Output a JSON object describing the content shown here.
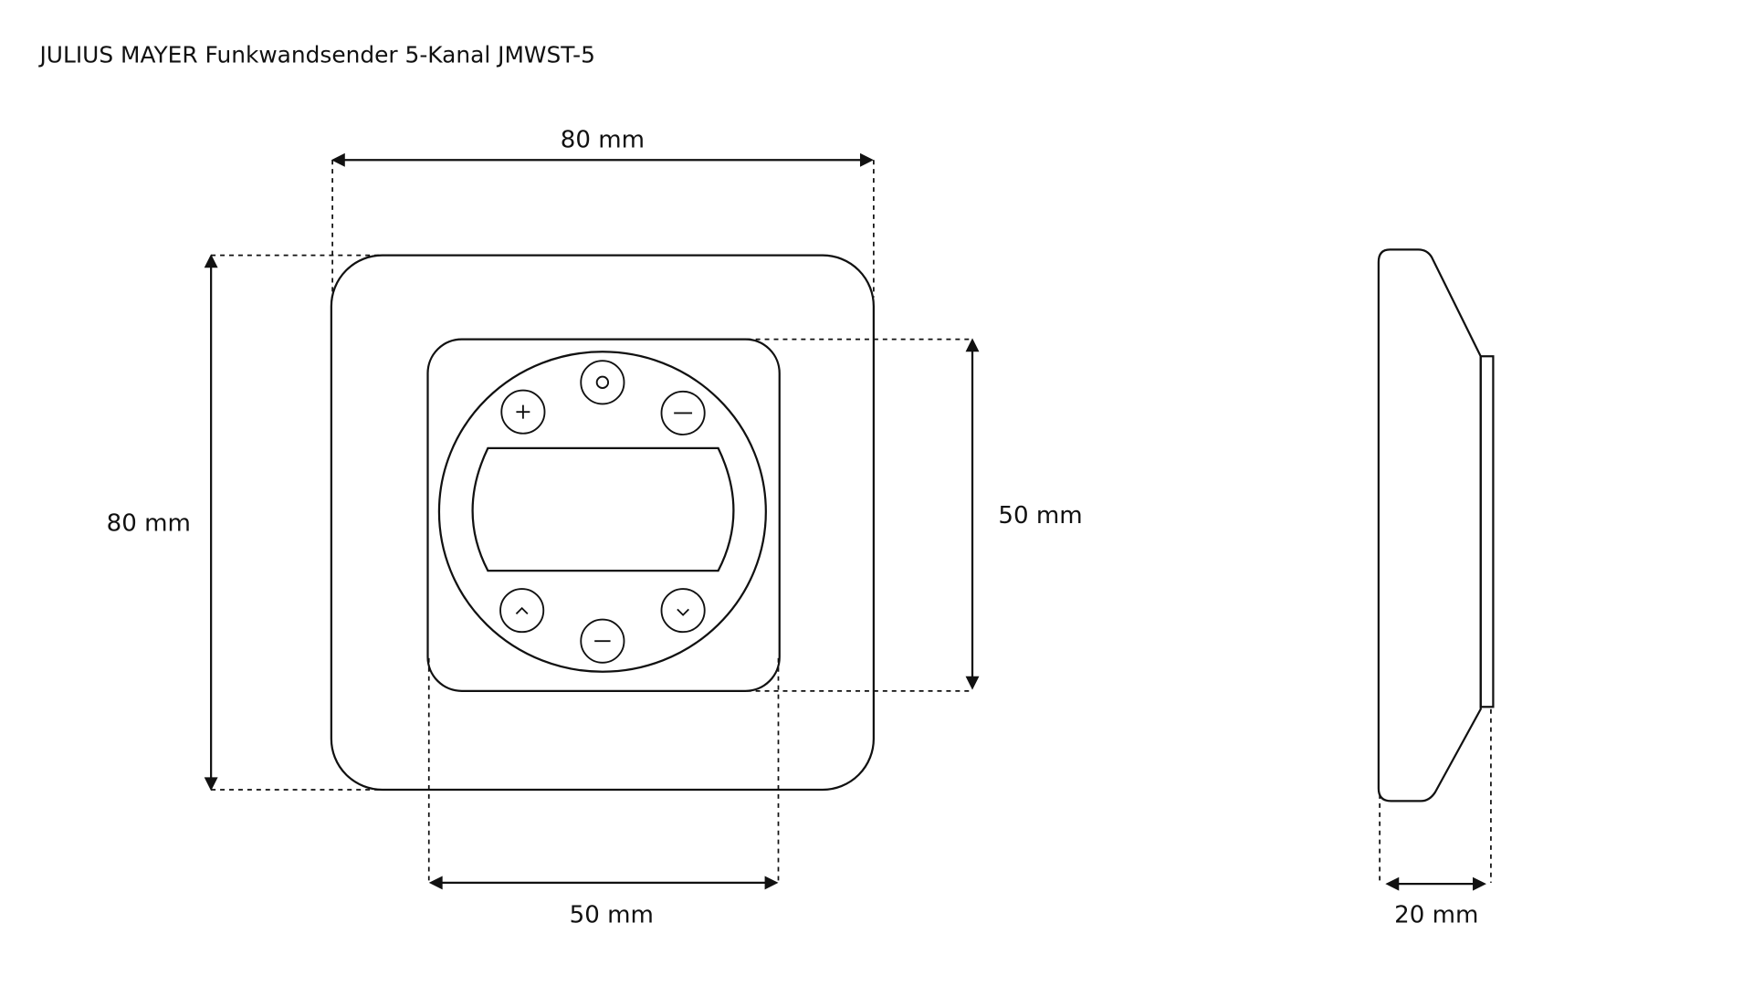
{
  "title": "JULIUS MAYER Funkwandsender 5-Kanal JMWST-5",
  "dimensions": {
    "outer_width": "80 mm",
    "outer_height": "80 mm",
    "inner_height": "50 mm",
    "inner_width": "50 mm",
    "depth": "20 mm"
  },
  "buttons": [
    {
      "name": "ok",
      "icon": "circle-icon"
    },
    {
      "name": "plus",
      "icon": "plus-icon"
    },
    {
      "name": "minus-top",
      "icon": "minus-icon"
    },
    {
      "name": "up",
      "icon": "chevron-up-icon"
    },
    {
      "name": "down",
      "icon": "chevron-down-icon"
    },
    {
      "name": "minus-bottom",
      "icon": "minus-icon"
    }
  ]
}
